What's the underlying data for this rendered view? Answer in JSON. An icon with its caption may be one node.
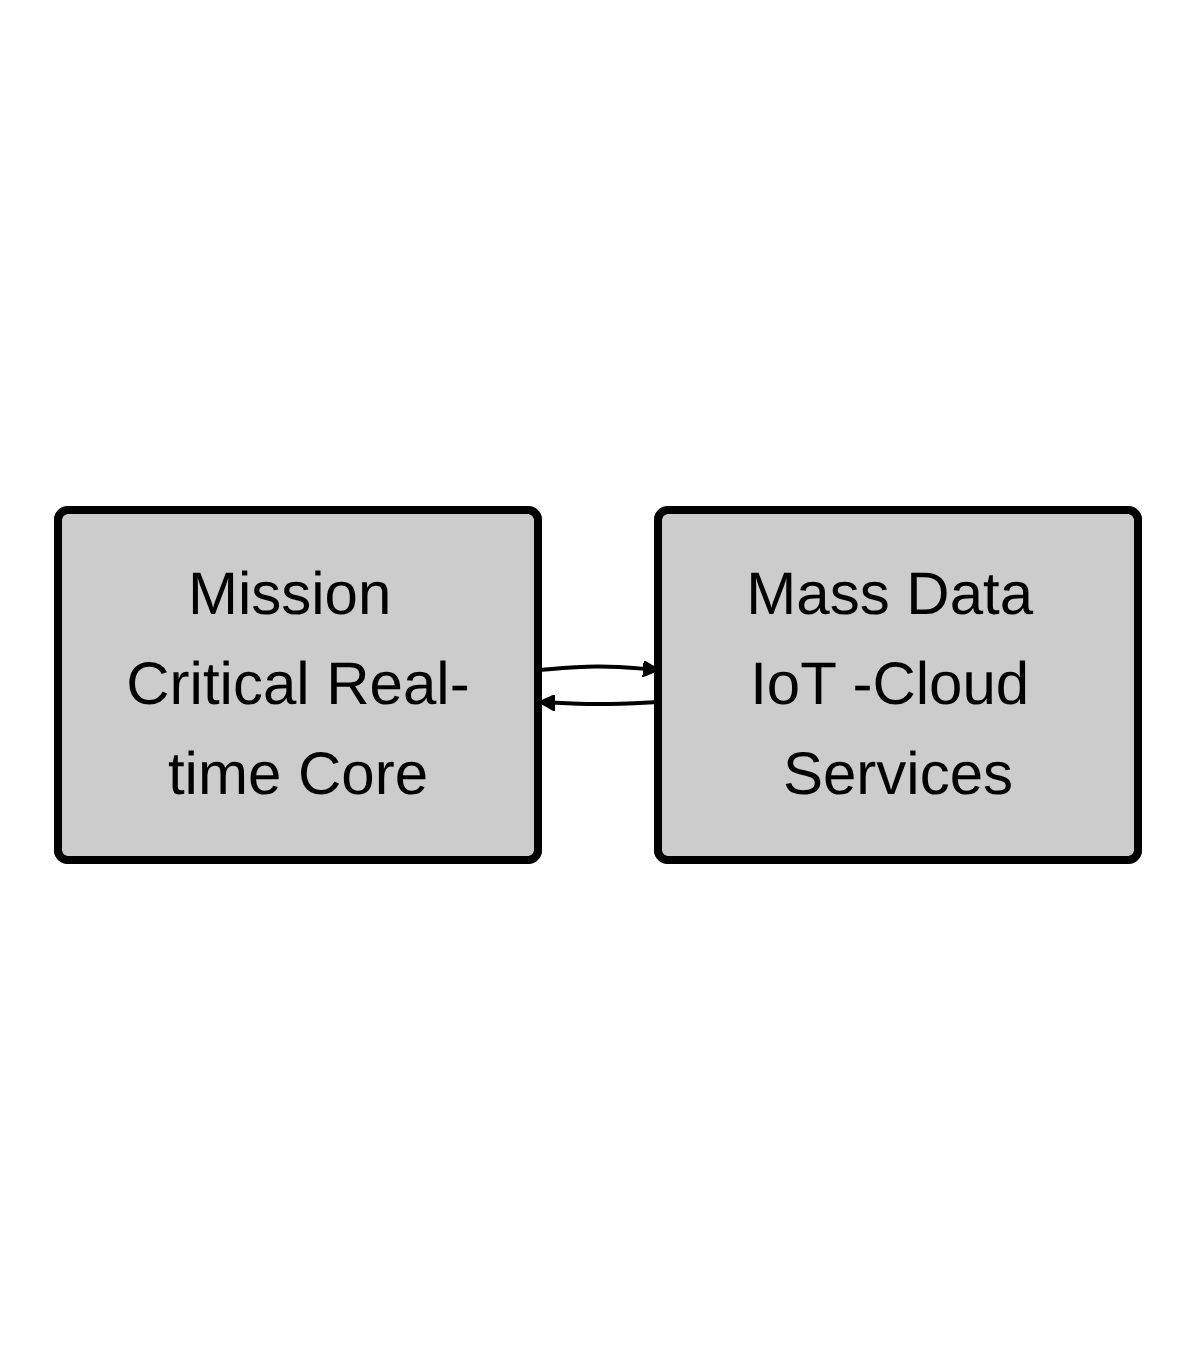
{
  "diagram": {
    "nodes": [
      {
        "text": [
          "Mission Critical Real-time Core"
        ]
      },
      {
        "text": [
          "Mass Data IoT -Cloud Services"
        ]
      }
    ],
    "edges": [
      {
        "from": 0,
        "to": 1,
        "arrow": "to"
      },
      {
        "from": 1,
        "to": 0,
        "arrow": "to"
      }
    ]
  }
}
